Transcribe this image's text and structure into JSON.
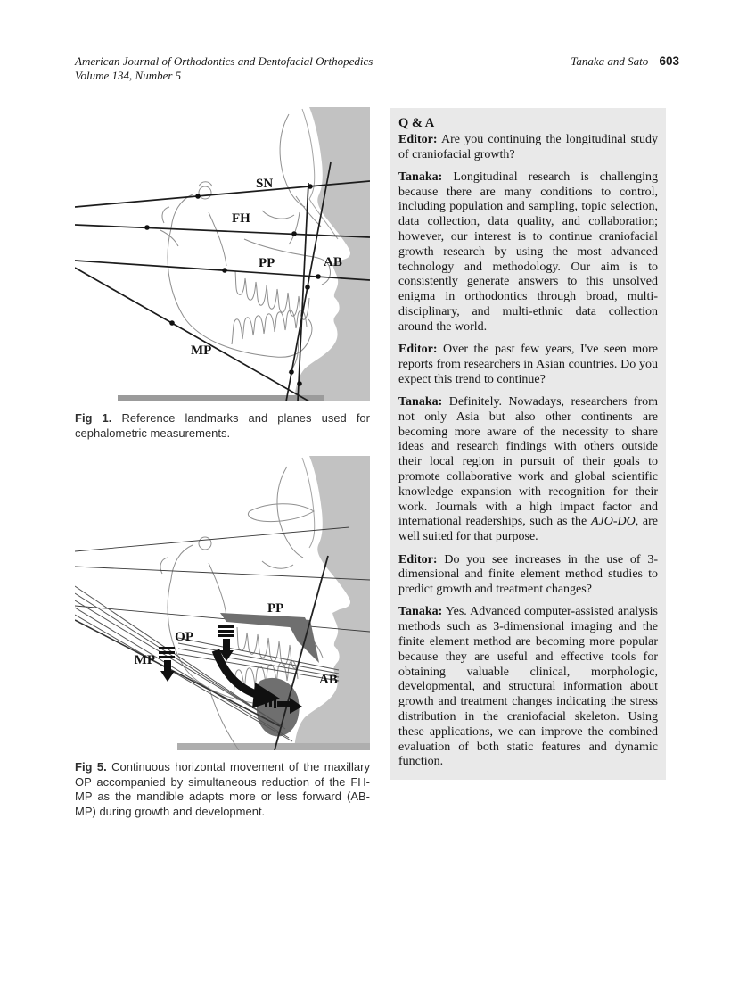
{
  "header": {
    "journal": "American Journal of Orthodontics and Dentofacial Orthopedics",
    "issue": "Volume 134, Number 5",
    "authors": "Tanaka and Sato",
    "page_number": "603"
  },
  "figures": {
    "fig1": {
      "label": "Fig 1.",
      "caption": "Reference landmarks and planes used for cephalometric measurements.",
      "labels": {
        "sn": "SN",
        "fh": "FH",
        "pp": "PP",
        "ab": "AB",
        "mp": "MP"
      }
    },
    "fig5": {
      "label": "Fig 5.",
      "caption": "Continuous horizontal movement of the maxillary OP accompanied by simultaneous reduction of the FH-MP as the mandible adapts more or less forward (AB-MP) during growth and development.",
      "labels": {
        "pp": "PP",
        "op": "OP",
        "mp": "MP",
        "ab": "AB"
      }
    }
  },
  "qa": {
    "title": "Q & A",
    "entries": [
      {
        "speaker": "Editor:",
        "text": "Are you continuing the longitudinal study of craniofacial growth?"
      },
      {
        "speaker": "Tanaka:",
        "text": "Longitudinal research is challenging because there are many conditions to control, including population and sampling, topic selection, data collection, data quality, and collaboration; however, our interest is to continue craniofacial growth research by using the most advanced technology and methodology. Our aim is to consistently generate answers to this unsolved enigma in orthodontics through broad, multi-disciplinary, and multi-ethnic data collection around the world."
      },
      {
        "speaker": "Editor:",
        "text": "Over the past few years, I've seen more reports from researchers in Asian countries. Do you expect this trend to continue?"
      },
      {
        "speaker": "Tanaka:",
        "text": "Definitely. Nowadays, researchers from not only Asia but also other continents are becoming more aware of the necessity to share ideas and research findings with others outside their local region in pursuit of their goals to promote collaborative work and global scientific knowledge expansion with recognition for their work. Journals with a high impact factor and international readerships, such as the ",
        "italic": "AJO-DO",
        "text_after": ", are well suited for that purpose."
      },
      {
        "speaker": "Editor:",
        "text": "Do you see increases in the use of 3-dimensional and finite element method studies to predict growth and treatment changes?"
      },
      {
        "speaker": "Tanaka:",
        "text": "Yes. Advanced computer-assisted analysis methods such as 3-dimensional imaging and the finite element method are becoming more popular because they are useful and effective tools for obtaining valuable clinical, morphologic, developmental, and structural information about growth and treatment changes indicating the stress distribution in the craniofacial skeleton. Using these applications, we can improve the combined evaluation of both static features and dynamic function."
      }
    ]
  },
  "colors": {
    "qa_background": "#e9e9e9",
    "figure_silhouette_gray": "#c2c2c2",
    "figure_dark_shade": "#6f6f6f",
    "text": "#1a1a1a"
  }
}
